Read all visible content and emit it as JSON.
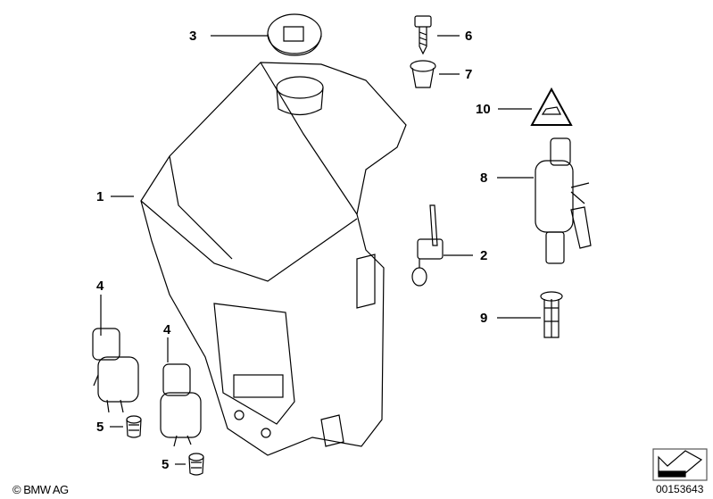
{
  "callouts": {
    "tank": "1",
    "level_sensor": "2",
    "cap": "3",
    "pump_left": "4",
    "pump_right": "4",
    "grommet_left": "5",
    "grommet_right": "5",
    "screw": "6",
    "nut": "7",
    "headlight_pump": "8",
    "filter": "9",
    "warning_label": "10"
  },
  "footer": {
    "copyright": "© BMW AG",
    "diagram_number": "00153643"
  }
}
